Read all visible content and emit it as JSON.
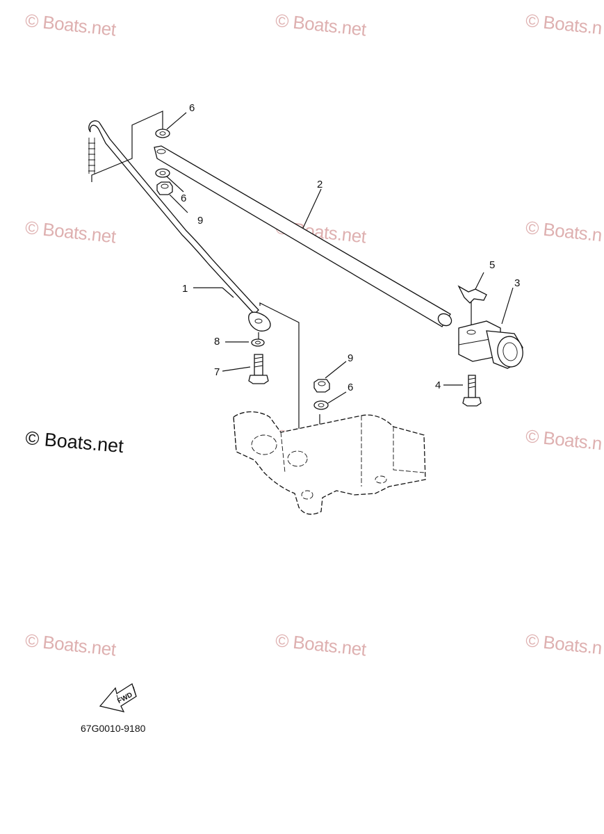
{
  "watermarks": [
    "© Boats.net",
    "© Boats.net",
    "© Boats.n",
    "© Boats.net",
    "© Boats.net",
    "© Boats.n",
    "© Boats.net",
    "© Boats.n",
    "© Boats.net",
    "© Boats.net",
    "© Boats.n"
  ],
  "brand_mark": "© Boats.net",
  "callouts": {
    "c1": "1",
    "c2": "2",
    "c3": "3",
    "c4": "4",
    "c5": "5",
    "c6a": "6",
    "c6b": "6",
    "c6c": "6",
    "c7": "7",
    "c8": "8",
    "c9a": "9",
    "c9b": "9"
  },
  "fwd_label": "FWD",
  "part_number": "67G0010-9180"
}
